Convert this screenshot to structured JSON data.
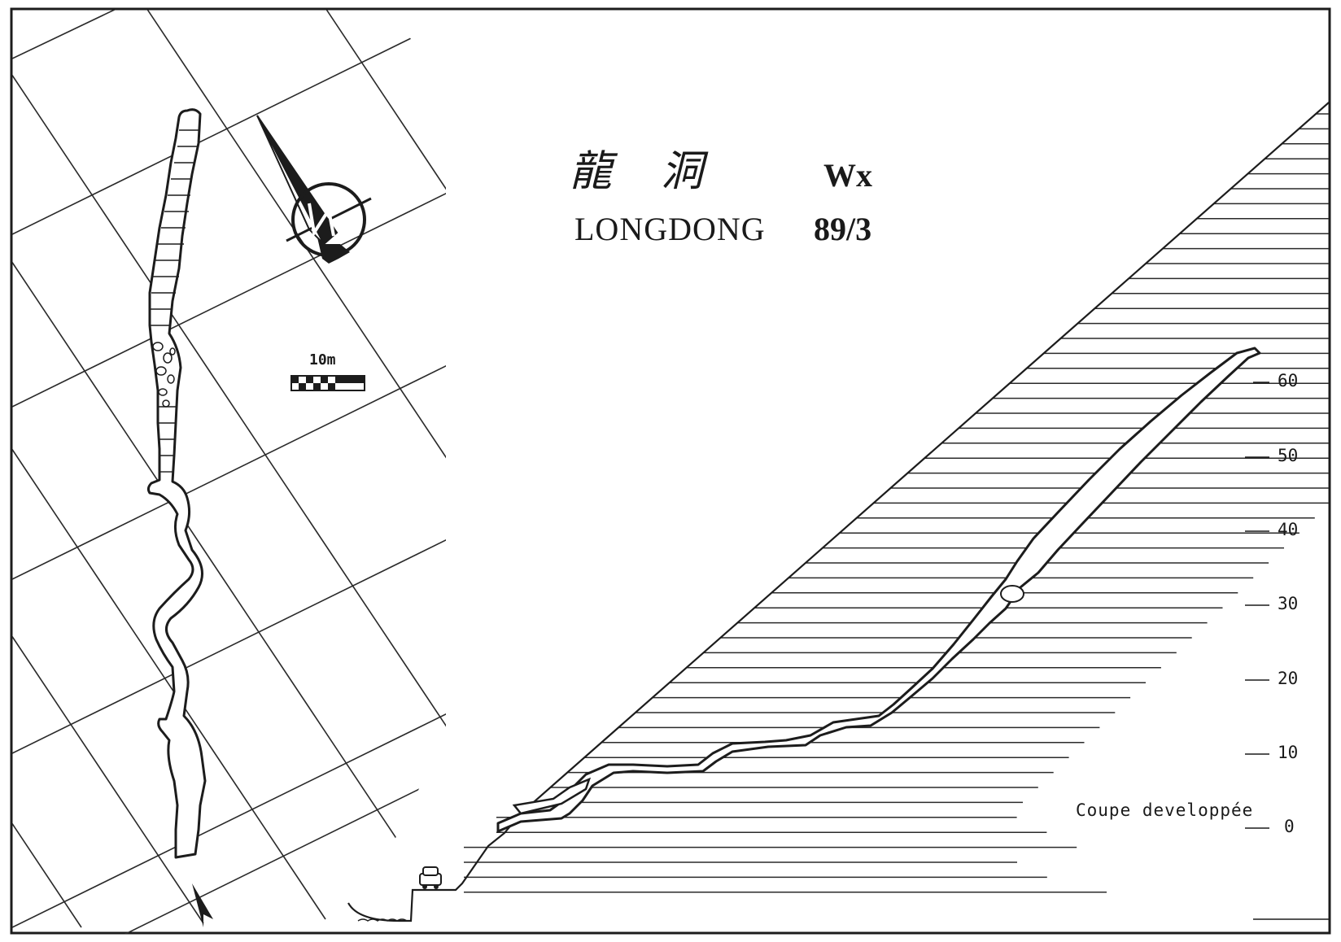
{
  "title": {
    "chinese": "龍洞",
    "code": "Wx",
    "name": "LONGDONG",
    "survey_date": "89/3"
  },
  "plan_view": {
    "scale_label": "10m",
    "north_label": "N"
  },
  "section_view": {
    "label": "Coupe developpée",
    "depth_ticks": [
      "60",
      "50",
      "40",
      "30",
      "20",
      "10",
      "0"
    ]
  },
  "colors": {
    "ink": "#1c1c1c",
    "paper": "#ffffff"
  }
}
